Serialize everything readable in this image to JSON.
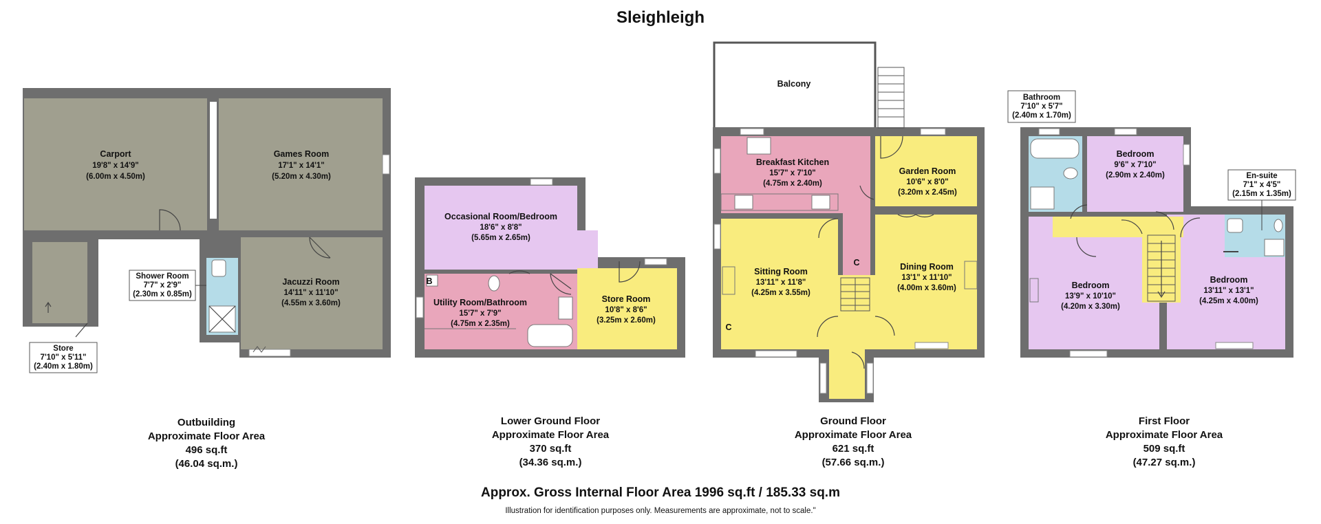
{
  "title": "Sleighleigh",
  "colors": {
    "outbuilding": "#a09f8f",
    "pink": "#e9a6bb",
    "lavender": "#e6c7f0",
    "yellow": "#f9ec7e",
    "shower": "#b5dce8",
    "wall": "#6e6e6e"
  },
  "callouts": {
    "shower_room": {
      "name": "Shower Room",
      "imperial": "7'7\" x 2'9\"",
      "metric": "(2.30m x 0.85m)"
    },
    "store": {
      "name": "Store",
      "imperial": "7'10\" x 5'11\"",
      "metric": "(2.40m x 1.80m)"
    },
    "bathroom": {
      "name": "Bathroom",
      "imperial": "7'10\" x 5'7\"",
      "metric": "(2.40m x 1.70m)"
    },
    "en_suite": {
      "name": "En-suite",
      "imperial": "7'1\" x 4'5\"",
      "metric": "(2.15m x 1.35m)"
    }
  },
  "rooms": {
    "carport": {
      "name": "Carport",
      "imperial": "19'8\" x 14'9\"",
      "metric": "(6.00m x 4.50m)"
    },
    "games_room": {
      "name": "Games Room",
      "imperial": "17'1\" x 14'1\"",
      "metric": "(5.20m x 4.30m)"
    },
    "jacuzzi_room": {
      "name": "Jacuzzi Room",
      "imperial": "14'11\" x 11'10\"",
      "metric": "(4.55m x 3.60m)"
    },
    "occasional_room": {
      "name": "Occasional Room/Bedroom",
      "imperial": "18'6\" x 8'8\"",
      "metric": "(5.65m x 2.65m)"
    },
    "utility_room": {
      "name": "Utility Room/Bathroom",
      "imperial": "15'7\" x 7'9\"",
      "metric": "(4.75m x 2.35m)"
    },
    "store_room": {
      "name": "Store Room",
      "imperial": "10'8\" x 8'6\"",
      "metric": "(3.25m x 2.60m)"
    },
    "breakfast_kitchen": {
      "name": "Breakfast Kitchen",
      "imperial": "15'7\" x 7'10\"",
      "metric": "(4.75m x 2.40m)"
    },
    "garden_room": {
      "name": "Garden Room",
      "imperial": "10'6\" x 8'0\"",
      "metric": "(3.20m x 2.45m)"
    },
    "sitting_room": {
      "name": "Sitting Room",
      "imperial": "13'11\" x 11'8\"",
      "metric": "(4.25m x 3.55m)"
    },
    "dining_room": {
      "name": "Dining Room",
      "imperial": "13'1\" x 11'10\"",
      "metric": "(4.00m x 3.60m)"
    },
    "bedroom_small": {
      "name": "Bedroom",
      "imperial": "9'6\" x 7'10\"",
      "metric": "(2.90m x 2.40m)"
    },
    "bedroom_left": {
      "name": "Bedroom",
      "imperial": "13'9\" x 10'10\"",
      "metric": "(4.20m x 3.30m)"
    },
    "bedroom_right": {
      "name": "Bedroom",
      "imperial": "13'11\" x 13'1\"",
      "metric": "(4.25m x 4.00m)"
    }
  },
  "marks": {
    "balcony": "Balcony",
    "boiler": "B",
    "cupboard": "C"
  },
  "floors": {
    "outbuilding": {
      "name": "Outbuilding",
      "approx": "Approximate Floor Area",
      "sqft": "496 sq.ft",
      "sqm": "(46.04 sq.m.)"
    },
    "lower_ground": {
      "name": "Lower Ground Floor",
      "approx": "Approximate Floor Area",
      "sqft": "370 sq.ft",
      "sqm": "(34.36 sq.m.)"
    },
    "ground": {
      "name": "Ground Floor",
      "approx": "Approximate Floor Area",
      "sqft": "621 sq.ft",
      "sqm": "(57.66 sq.m.)"
    },
    "first": {
      "name": "First Floor",
      "approx": "Approximate Floor Area",
      "sqft": "509 sq.ft",
      "sqm": "(47.27 sq.m.)"
    }
  },
  "gross_area": "Approx. Gross Internal Floor Area 1996 sq.ft / 185.33 sq.m",
  "disclaimer": "Illustration for identification purposes only. Measurements are approximate, not to scale.\""
}
